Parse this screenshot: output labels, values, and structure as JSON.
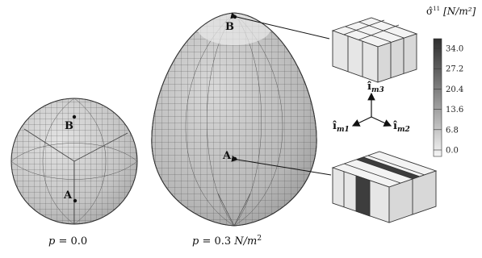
{
  "figure": {
    "left_sphere": {
      "points": [
        "B",
        "A"
      ],
      "caption": {
        "var": "p",
        "rest": " = 0.0",
        "unit": ""
      }
    },
    "right_sphere": {
      "points": [
        "B",
        "A"
      ],
      "caption": {
        "var": "p",
        "rest": " = 0.3 ",
        "unit": "N/m",
        "sup": "2"
      }
    },
    "basis": {
      "m1": {
        "symbol": "î",
        "sub": "m1"
      },
      "m2": {
        "symbol": "î",
        "sub": "m2"
      },
      "m3": {
        "symbol": "î",
        "sub": "m3"
      }
    },
    "colorbar": {
      "symbol": "σ̂",
      "superscript": "11",
      "unit": "[N/m²]",
      "ticks": [
        "34.0",
        "27.2",
        "20.4",
        "13.6",
        "6.8",
        "0.0"
      ],
      "gradient_top": "#3a3a3a",
      "gradient_bottom": "#f4f4f4"
    },
    "colors": {
      "mesh_fill": "#c9c9c9",
      "mesh_line": "#555555",
      "highlight_band": "#3d3d3d",
      "cell_fill": "#ececec"
    }
  }
}
